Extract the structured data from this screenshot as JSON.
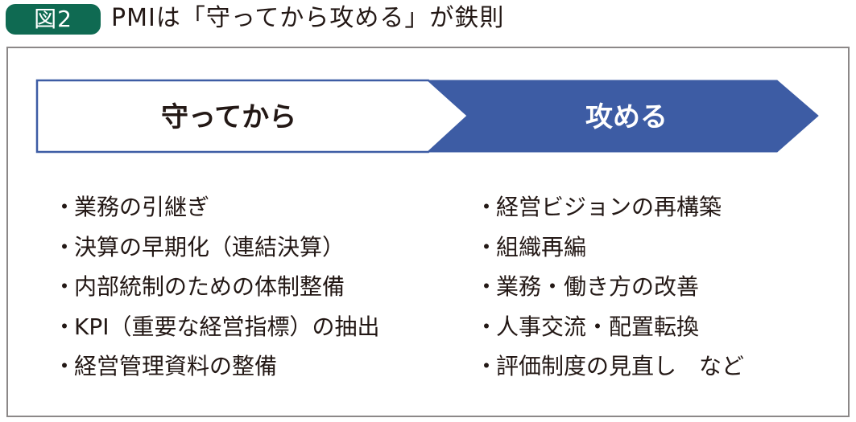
{
  "figure": {
    "badge": "図2",
    "title": "PMIは「守ってから攻める」が鉄則"
  },
  "phases": [
    {
      "label": "守ってから",
      "fill": "#ffffff",
      "border": "#3d5ca4",
      "text_color": "#231815"
    },
    {
      "label": "攻める",
      "fill": "#3d5ca4",
      "text_color": "#ffffff"
    }
  ],
  "colors": {
    "badge_bg": "#0f6a52",
    "frame_border": "#8c8888",
    "arrow_blue": "#3d5ca4",
    "text": "#231815"
  },
  "lists": {
    "bullet": "・",
    "defend": [
      "業務の引継ぎ",
      "決算の早期化（連結決算）",
      "内部統制のための体制整備",
      "KPI（重要な経営指標）の抽出",
      "経営管理資料の整備"
    ],
    "attack": [
      "経営ビジョンの再構築",
      "組織再編",
      "業務・働き方の改善",
      "人事交流・配置転換",
      "評価制度の見直し　など"
    ]
  }
}
